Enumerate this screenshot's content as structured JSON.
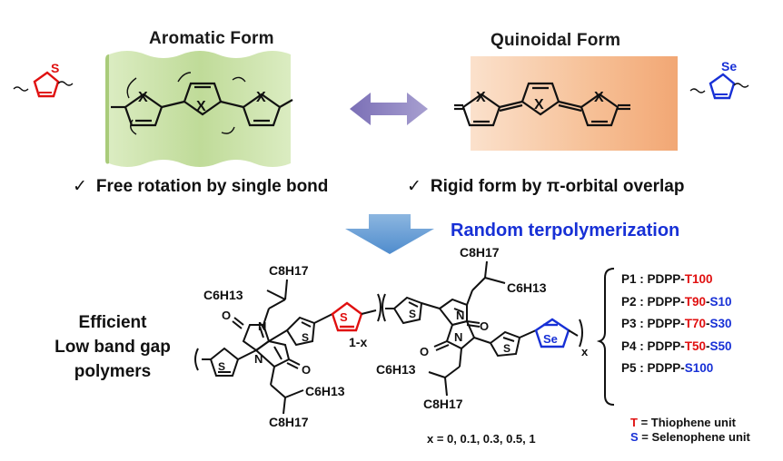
{
  "forms": {
    "aromatic_title": "Aromatic Form",
    "quinoidal_title": "Quinoidal Form"
  },
  "atoms": {
    "x": "X",
    "s": "S",
    "se": "Se",
    "o": "O",
    "n": "N"
  },
  "features": {
    "checkmark": "✓",
    "aromatic": "Free rotation by single bond",
    "quinoidal": "Rigid form by π-orbital overlap"
  },
  "process": {
    "label": "Random terpolymerization"
  },
  "polymer_label": {
    "line1": "Efficient",
    "line2": "Low band gap",
    "line3": "polymers"
  },
  "structure": {
    "c8_top_left": "C8H17",
    "c6_top_left": "C6H13",
    "c8_top_right": "C8H17",
    "c6_top_right": "C6H13",
    "c6_bottom_left": "C6H13",
    "c8_bottom_left": "C8H17",
    "c6_bottom_right": "C6H13",
    "c8_bottom_right": "C8H17",
    "subscript_1x": "1-x",
    "subscript_x": "x"
  },
  "x_values": "x = 0, 0.1, 0.3, 0.5, 1",
  "polymers": [
    {
      "id": "P1",
      "sep": " : ",
      "base": "PDPP-",
      "t": "T100",
      "dash": "",
      "s": ""
    },
    {
      "id": "P2",
      "sep": " : ",
      "base": "PDPP-",
      "t": "T90",
      "dash": "-",
      "s": "S10"
    },
    {
      "id": "P3",
      "sep": " : ",
      "base": "PDPP-",
      "t": "T70",
      "dash": "-",
      "s": "S30"
    },
    {
      "id": "P4",
      "sep": " : ",
      "base": "PDPP-",
      "t": "T50",
      "dash": "-",
      "s": "S50"
    },
    {
      "id": "P5",
      "sep": " : ",
      "base": "PDPP-",
      "t": "",
      "dash": "",
      "s": "S100"
    }
  ],
  "legend": {
    "t_symbol": "T",
    "t_text": " = Thiophene unit",
    "s_symbol": "S",
    "s_text": " = Selenophene unit"
  },
  "colors": {
    "thiophene": "#e01010",
    "selenophene": "#1730d6",
    "aromatic_bg": "#c7dfa4",
    "quinoidal_bg": "#f5b98d",
    "double_arrow": "#8f87c0",
    "down_arrow": "#5b9bd5"
  }
}
